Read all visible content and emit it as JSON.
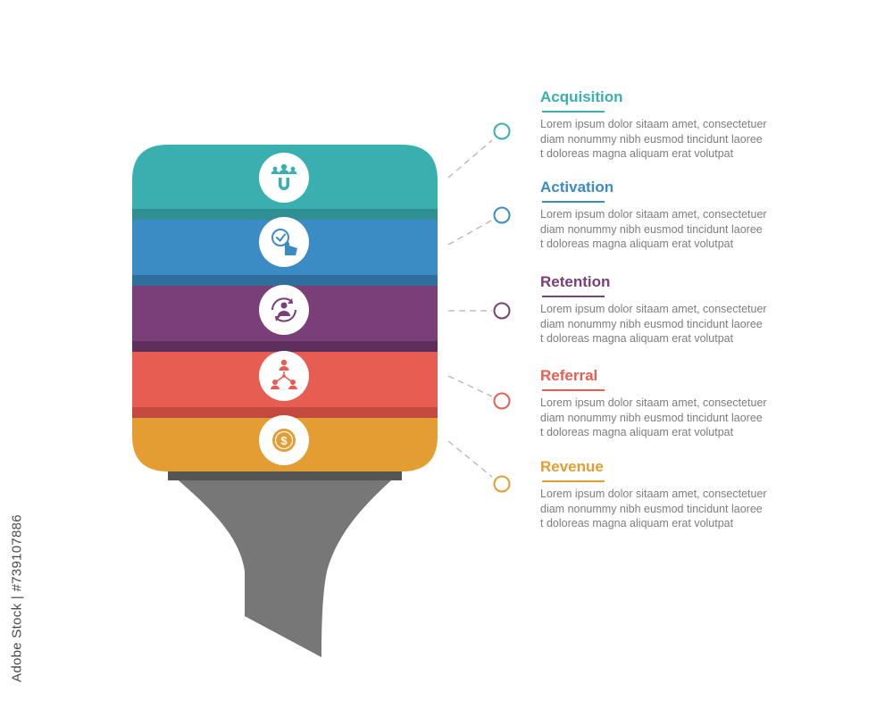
{
  "steps": [
    {
      "id": "acquisition",
      "title": "Acquisition",
      "body": "Lorem ipsum dolor sitaam amet, consectetuer\ndiam nonummy  nibh eusmod tincidunt laoree\nt doloreas magna aliquam erat volutpat",
      "color": "#3aafb0",
      "shade": "#2f8f93",
      "icon": "magnet-users-icon"
    },
    {
      "id": "activation",
      "title": "Activation",
      "body": "Lorem ipsum dolor sitaam amet, consectetuer\ndiam nonummy  nibh eusmod tincidunt laoree\nt doloreas magna aliquam erat volutpat",
      "color": "#3b8bc4",
      "shade": "#2f6f9e",
      "icon": "check-tap-icon"
    },
    {
      "id": "retention",
      "title": "Retention",
      "body": "Lorem ipsum dolor sitaam amet, consectetuer\ndiam nonummy  nibh eusmod tincidunt laoree\nt doloreas magna aliquam erat volutpat",
      "color": "#7a3e78",
      "shade": "#5e2e5c",
      "icon": "user-cycle-icon"
    },
    {
      "id": "referral",
      "title": "Referral",
      "body": "Lorem ipsum dolor sitaam amet, consectetuer\ndiam nonummy  nibh eusmod tincidunt laoree\nt doloreas magna aliquam erat volutpat",
      "color": "#e85d52",
      "shade": "#c44a40",
      "icon": "referral-network-icon"
    },
    {
      "id": "revenue",
      "title": "Revenue",
      "body": "Lorem ipsum dolor sitaam amet, consectetuer\ndiam nonummy  nibh eusmod tincidunt laoree\nt doloreas magna aliquam erat volutpat",
      "color": "#e39d32",
      "shade": "#c08224",
      "icon": "dollar-coin-icon"
    }
  ],
  "funnel_spout_color": "#777777",
  "watermark": "Adobe Stock | #739107886"
}
